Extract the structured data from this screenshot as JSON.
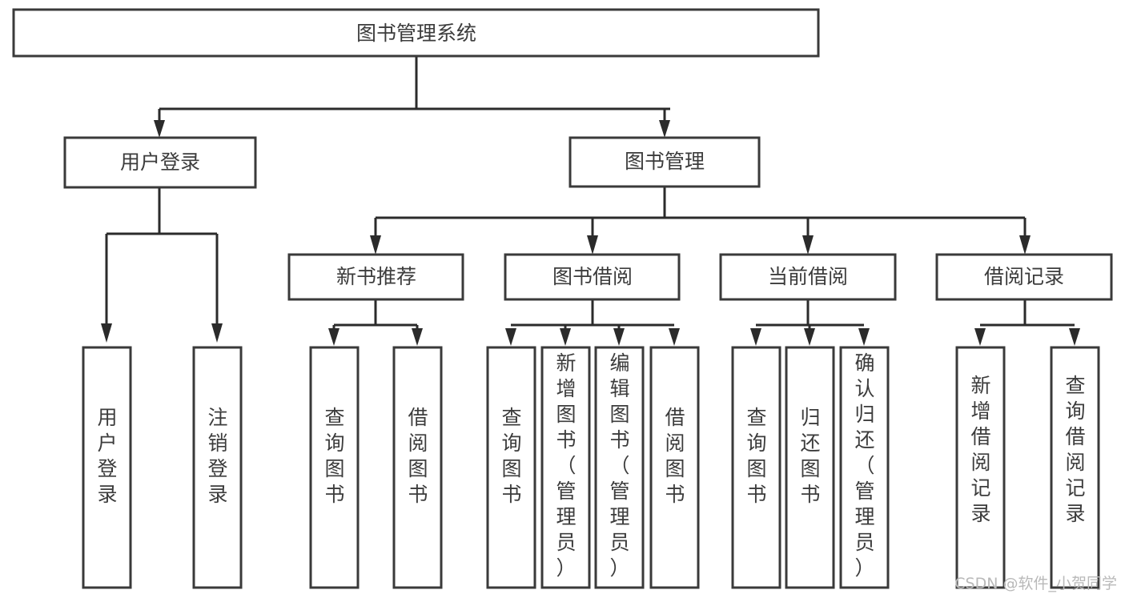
{
  "diagram": {
    "type": "tree-hierarchy",
    "title": "图书管理系统",
    "root": {
      "id": "root",
      "label": "图书管理系统"
    },
    "level2": [
      {
        "id": "user-login",
        "label": "用户登录"
      },
      {
        "id": "book-manage",
        "label": "图书管理"
      }
    ],
    "level3": [
      {
        "id": "new-book-recommend",
        "label": "新书推荐",
        "parent": "book-manage"
      },
      {
        "id": "book-borrow",
        "label": "图书借阅",
        "parent": "book-manage"
      },
      {
        "id": "current-borrow",
        "label": "当前借阅",
        "parent": "book-manage"
      },
      {
        "id": "borrow-record",
        "label": "借阅记录",
        "parent": "book-manage"
      }
    ],
    "leaves": [
      {
        "id": "leaf-user-login",
        "label": "用户登录",
        "parent": "user-login"
      },
      {
        "id": "leaf-logout",
        "label": "注销登录",
        "parent": "user-login"
      },
      {
        "id": "leaf-query-book-1",
        "label": "查询图书",
        "parent": "new-book-recommend"
      },
      {
        "id": "leaf-borrow-book-1",
        "label": "借阅图书",
        "parent": "new-book-recommend"
      },
      {
        "id": "leaf-query-book-2",
        "label": "查询图书",
        "parent": "book-borrow"
      },
      {
        "id": "leaf-add-book",
        "label": "新增图书（管理员）",
        "parent": "book-borrow"
      },
      {
        "id": "leaf-edit-book",
        "label": "编辑图书（管理员）",
        "parent": "book-borrow"
      },
      {
        "id": "leaf-borrow-book-2",
        "label": "借阅图书",
        "parent": "book-borrow"
      },
      {
        "id": "leaf-query-book-3",
        "label": "查询图书",
        "parent": "current-borrow"
      },
      {
        "id": "leaf-return-book",
        "label": "归还图书",
        "parent": "current-borrow"
      },
      {
        "id": "leaf-confirm-return",
        "label": "确认归还（管理员）",
        "parent": "current-borrow"
      },
      {
        "id": "leaf-add-record",
        "label": "新增借阅记录",
        "parent": "borrow-record"
      },
      {
        "id": "leaf-query-record",
        "label": "查询借阅记录",
        "parent": "borrow-record"
      }
    ],
    "colors": {
      "box_fill": "#ffffff",
      "box_stroke": "#3a3a3a",
      "connector": "#2b2b2b",
      "text": "#3c3c3c",
      "watermark": "#b9b9b9",
      "background": "#ffffff"
    }
  },
  "watermark": {
    "text": "CSDN @软件_小贺同学"
  }
}
